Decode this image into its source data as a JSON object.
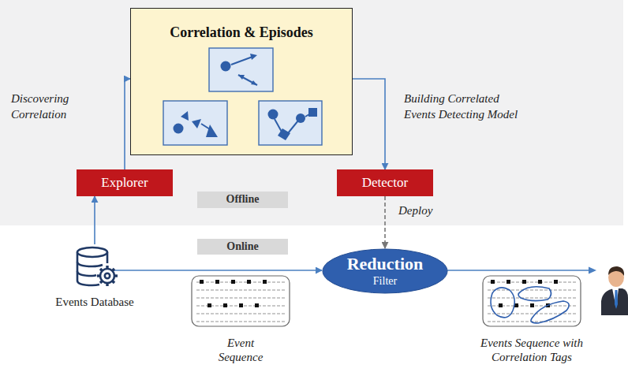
{
  "diagram": {
    "nodes": [
      {
        "text": [
          "Correlation & Episodes"
        ]
      },
      {
        "text": [
          "Explorer"
        ]
      },
      {
        "text": [
          "Detector"
        ]
      },
      {
        "text": [
          "Offline"
        ]
      },
      {
        "text": [
          "Online"
        ]
      },
      {
        "text": [
          "Events Database"
        ]
      },
      {
        "text": [
          "Reduction",
          "Filter"
        ]
      },
      {
        "text": [
          "Event Sequence"
        ]
      },
      {
        "text": [
          "Events Sequence with Correlation Tags"
        ]
      }
    ],
    "edges": [
      {
        "from": 5,
        "to": 1,
        "arrow": "to"
      },
      {
        "from": 1,
        "to": 0,
        "label": "Discovering Correlation",
        "arrow": "to"
      },
      {
        "from": 0,
        "to": 2,
        "label": "Building Correlated Events Detecting Model",
        "arrow": "to"
      },
      {
        "from": 2,
        "to": 6,
        "label": "Deploy",
        "arrow": "to"
      },
      {
        "from": 5,
        "to": 6,
        "arrow": "to"
      }
    ]
  }
}
